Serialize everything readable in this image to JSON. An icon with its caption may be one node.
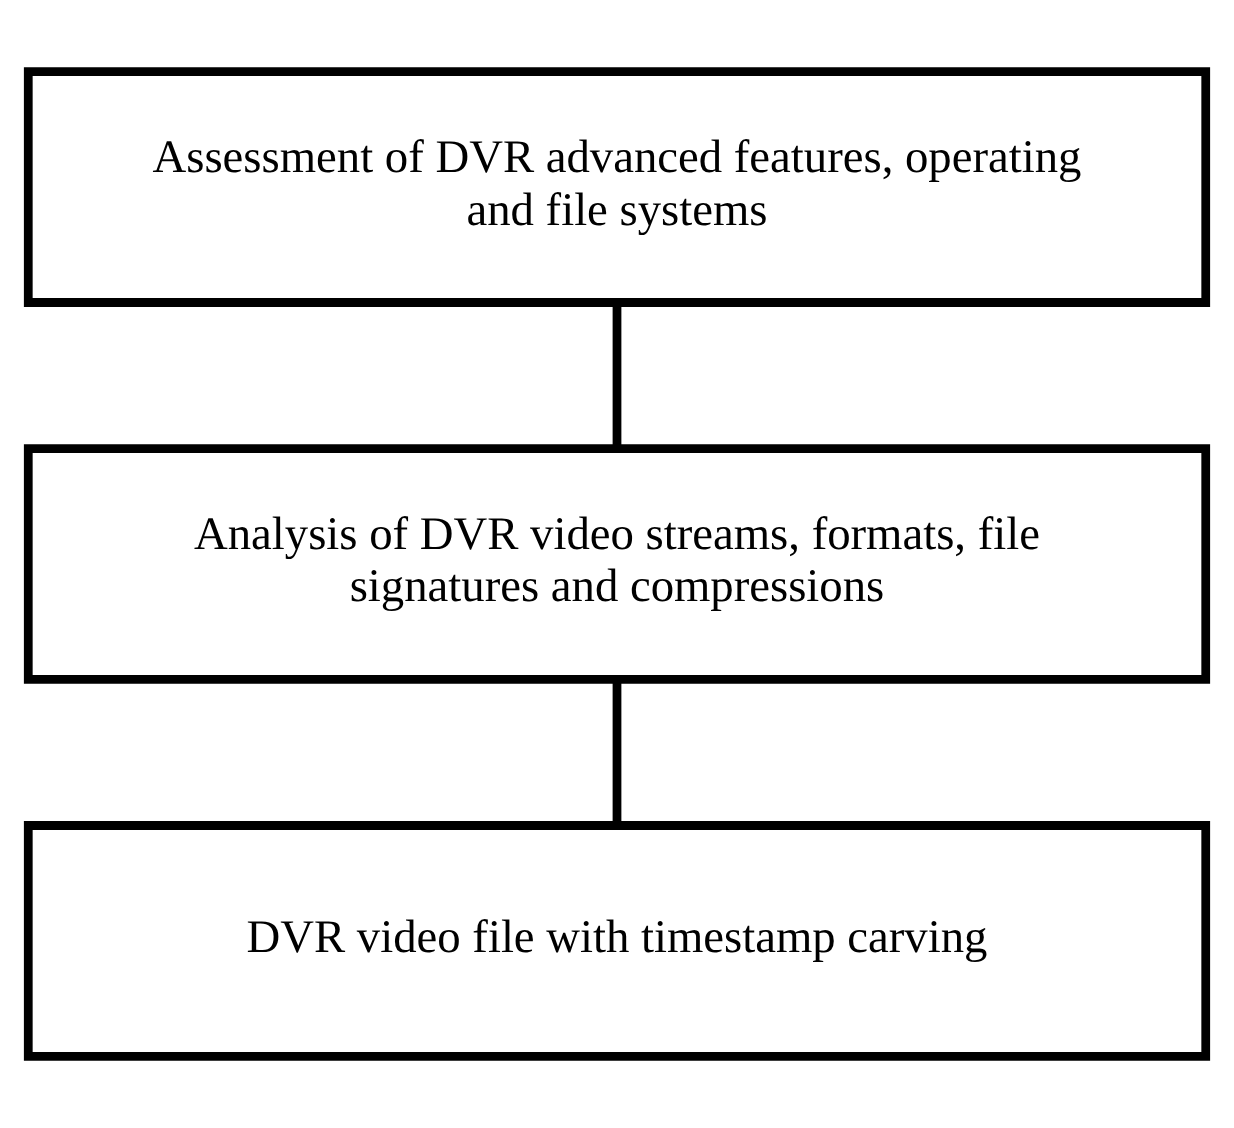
{
  "diagram": {
    "nodes": [
      {
        "text": [
          "Assessment of DVR advanced features, operating and file systems"
        ]
      },
      {
        "text": [
          "Analysis of DVR video streams, formats, file signatures and compressions"
        ]
      },
      {
        "text": [
          "DVR video file with timestamp carving"
        ]
      }
    ],
    "edges": [
      {
        "from": 0,
        "to": 1,
        "arrow": "none"
      },
      {
        "from": 1,
        "to": 2,
        "arrow": "none"
      }
    ]
  }
}
